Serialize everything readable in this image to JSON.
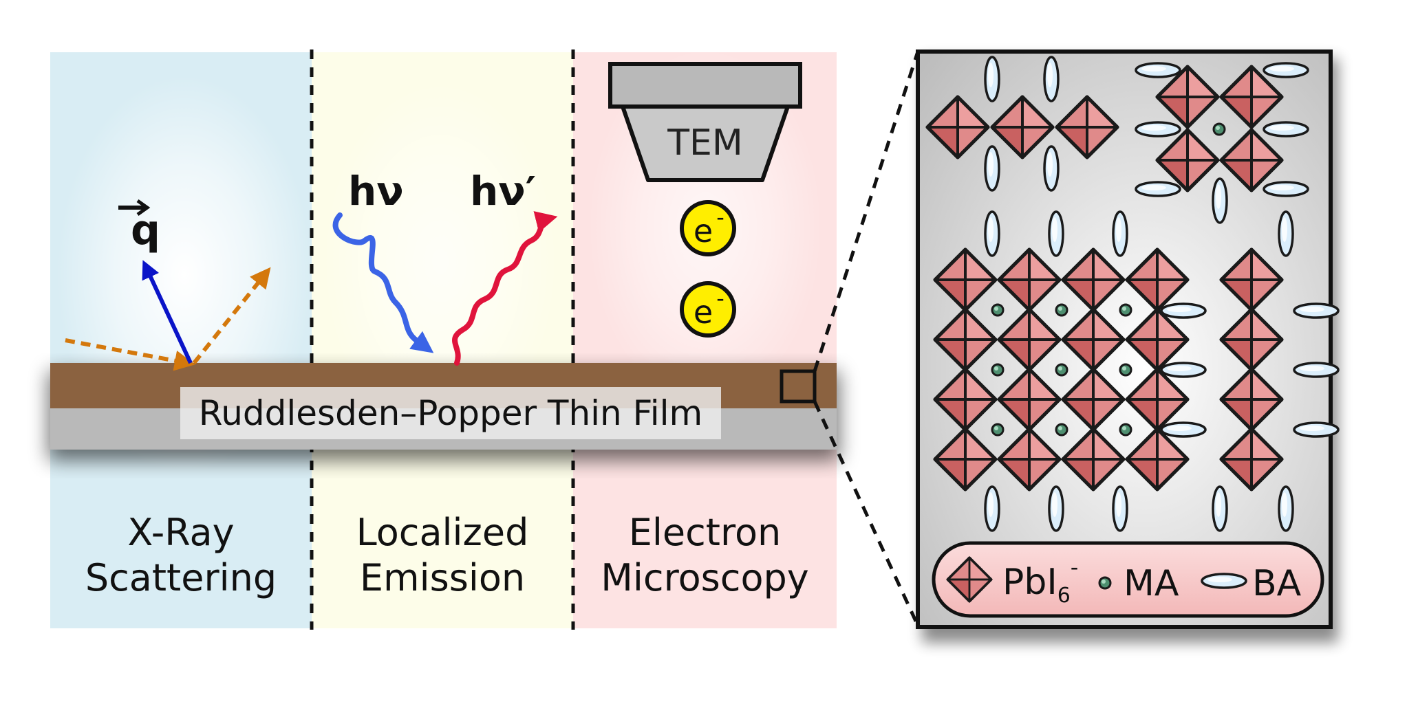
{
  "panels": {
    "xray": {
      "line1": "X-Ray",
      "line2": "Scattering",
      "bg": "#d9edf4"
    },
    "emission": {
      "line1": "Localized",
      "line2": "Emission",
      "bg": "#fdfde9"
    },
    "microscopy": {
      "line1": "Electron",
      "line2": "Microscopy",
      "bg": "#fde3e3"
    }
  },
  "film": {
    "label": "Ruddlesden–Popper Thin Film",
    "color": "#8b6240",
    "substrate_color": "#b9b9b9"
  },
  "symbols": {
    "q": "q",
    "h_nu": "hν",
    "h_nu_prime": "hν′",
    "tem": "TEM",
    "electron": "e",
    "electron_sup": "-"
  },
  "legend": {
    "pbi6_main": "PbI",
    "pbi6_sub": "6",
    "pbi6_sup": "-",
    "ma": "MA",
    "ba": "BA"
  },
  "colors": {
    "octahedron": "#e08a8a",
    "octahedron_dark": "#b84e4e",
    "ba": "#dbeefb",
    "ma": "#4e8f70",
    "xray_orange": "#d4780c",
    "q_blue": "#0a14c8",
    "photon_blue": "#3b64e6",
    "photon_red": "#e0143c",
    "electron_yellow": "#ffee00"
  }
}
